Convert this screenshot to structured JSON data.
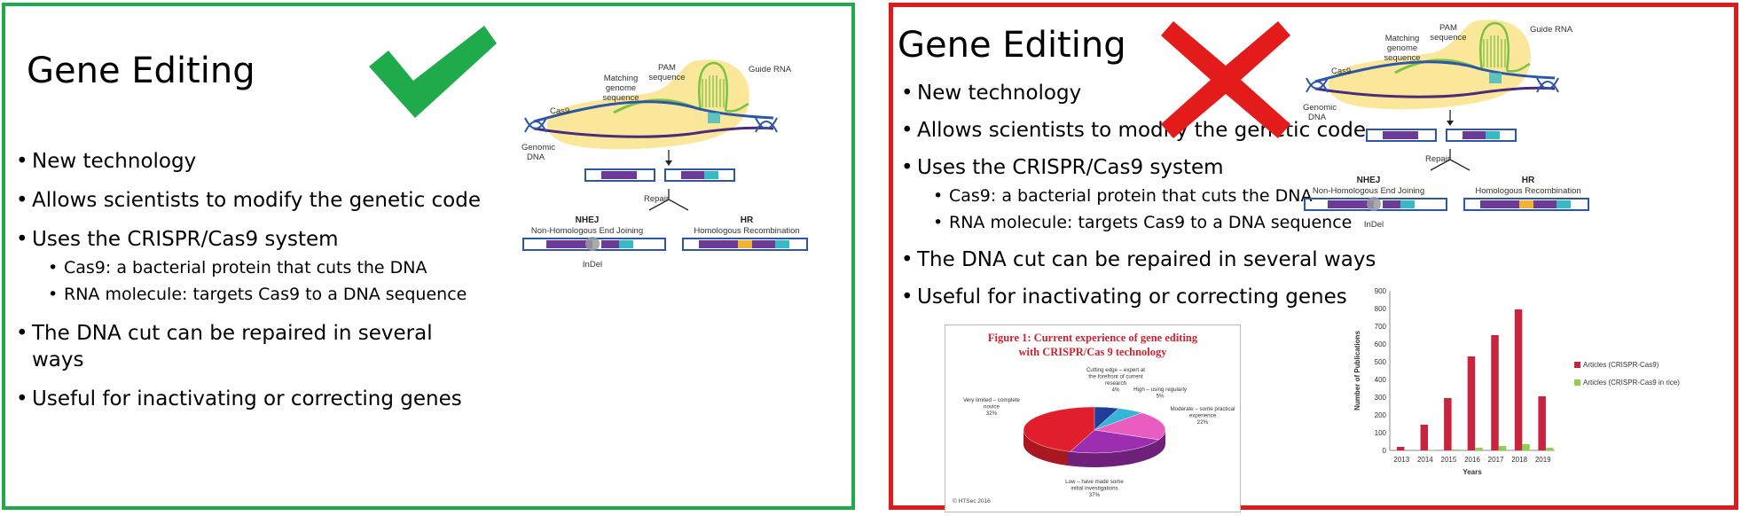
{
  "good_slide": {
    "title": "Gene Editing",
    "bullets": [
      "New technology",
      "Allows scientists to modify the genetic code",
      "Uses the CRISPR/Cas9 system",
      "The DNA cut can be repaired in several ways",
      "Useful for inactivating or correcting genes"
    ],
    "sub_bullets": [
      "Cas9: a bacterial protein that cuts the DNA",
      "RNA molecule: targets Cas9 to a DNA sequence"
    ],
    "mark": "check-mark-icon",
    "border_color": "#1faa4b"
  },
  "bad_slide": {
    "title": "Gene Editing",
    "bullets": [
      "New technology",
      "Allows scientists to modify the genetic code",
      "Uses the CRISPR/Cas9 system",
      "The DNA cut can be repaired in several ways",
      "Useful for inactivating or correcting genes"
    ],
    "sub_bullets": [
      "Cas9: a bacterial protein that cuts the DNA",
      "RNA molecule: targets Cas9 to a DNA sequence"
    ],
    "mark": "cross-mark-icon",
    "border_color": "#e01b1b"
  },
  "crispr_figure": {
    "guide_rna": "Guide RNA",
    "pam_line1": "PAM",
    "pam_line2": "sequence",
    "matching_line1": "Matching",
    "matching_line2": "genome",
    "matching_line3": "sequence",
    "cas9": "Cas9",
    "genomic_line1": "Genomic",
    "genomic_line2": "DNA",
    "repair": "Repair",
    "nhej": "NHEJ",
    "nhej_full": "Non-Homologous End Joining",
    "hr": "HR",
    "hr_full": "Homologous Recombination",
    "indel": "InDel"
  },
  "pie_figure": {
    "title_line1": "Figure 1: Current experience of gene editing",
    "title_line2": "with CRISPR/Cas 9 technology",
    "copyright": "© HTSec 2016",
    "slices": [
      {
        "label": [
          "Very limited – complete",
          "novice",
          "32%"
        ],
        "color": "#e11e2b"
      },
      {
        "label": [
          "Cutting edge – expert at",
          "the forefront of current",
          "research",
          "4%"
        ],
        "color": "#1f3f9a"
      },
      {
        "label": [
          "High – using regularly",
          "5%"
        ],
        "color": "#35b6d6"
      },
      {
        "label": [
          "Moderate – some practical",
          "experience",
          "22%"
        ],
        "color": "#e85ec0"
      },
      {
        "label": [
          "Low – have made some",
          "initial investigations",
          "37%"
        ],
        "color": "#9d2eb0"
      }
    ]
  },
  "chart_data": {
    "type": "bar",
    "categories": [
      "2013",
      "2014",
      "2015",
      "2016",
      "2017",
      "2018",
      "2019"
    ],
    "series": [
      {
        "name": "Articles (CRISPR-Cas9)",
        "values": [
          20,
          145,
          295,
          530,
          650,
          795,
          305
        ],
        "color": "#c8243f"
      },
      {
        "name": "Articles (CRISPR-Cas9 in rice)",
        "values": [
          0,
          2,
          5,
          15,
          25,
          35,
          15
        ],
        "color": "#8fd14f"
      }
    ],
    "title": "",
    "xlabel": "Years",
    "ylabel": "Number of Publications",
    "ylim": [
      0,
      900
    ],
    "yticks": [
      "0",
      "100",
      "200",
      "300",
      "400",
      "500",
      "600",
      "700",
      "800",
      "900"
    ],
    "grid": false,
    "legend": "right"
  }
}
